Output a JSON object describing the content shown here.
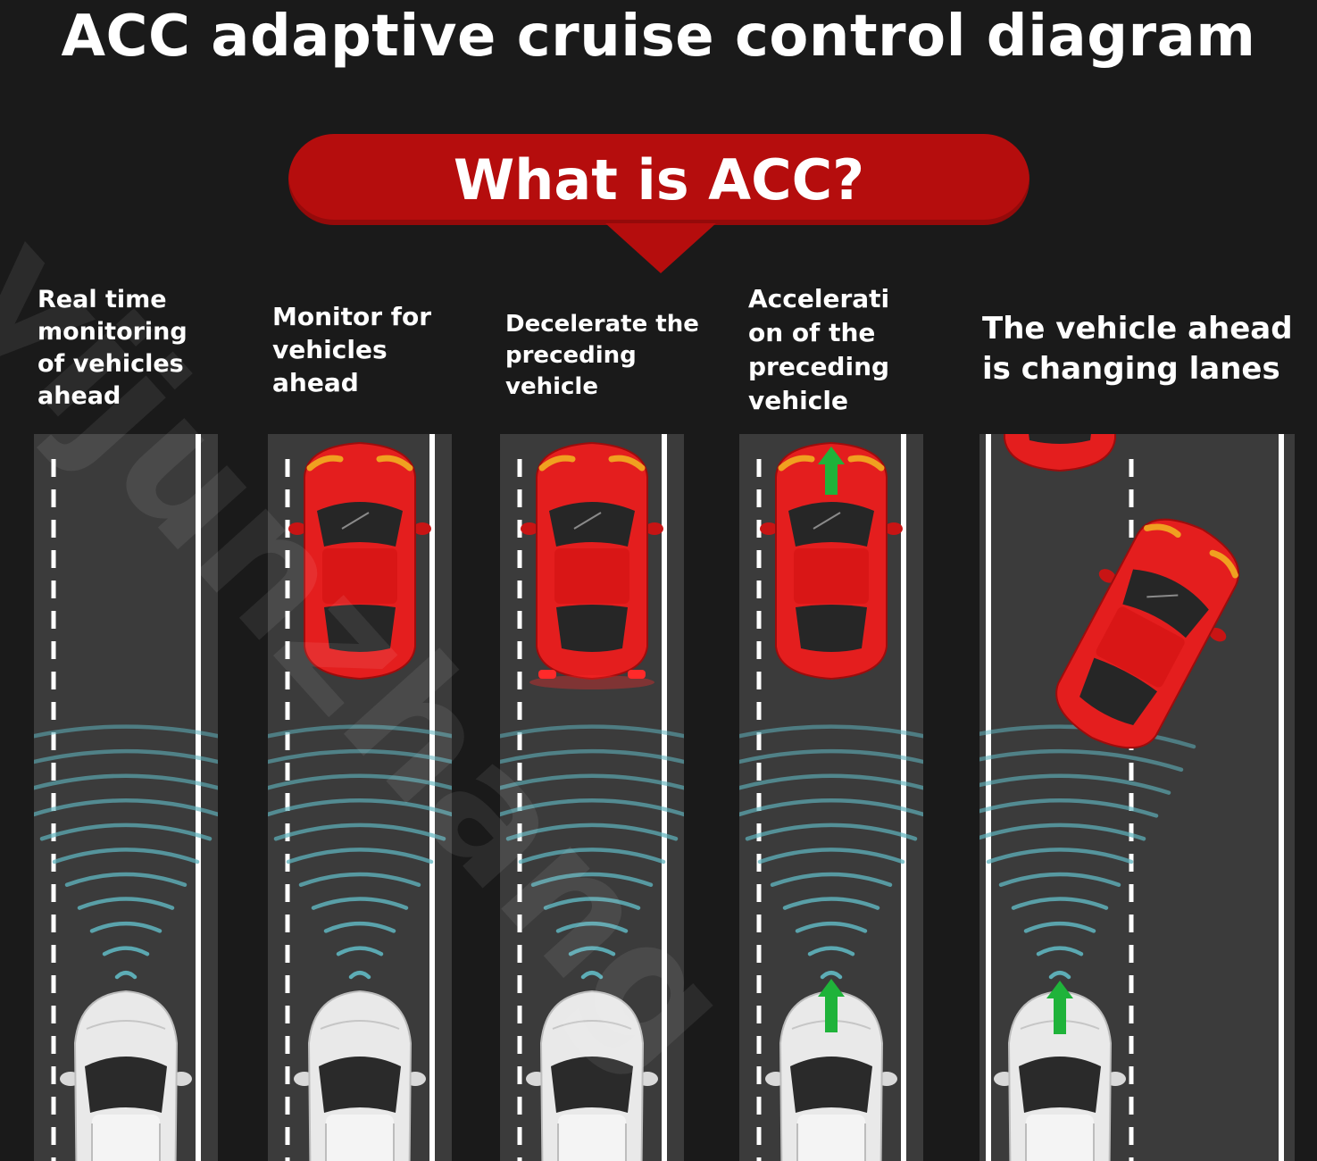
{
  "title": "ACC adaptive cruise control diagram",
  "bubble": {
    "text": "What is ACC?"
  },
  "watermark": "yijunzhang",
  "colors": {
    "background": "#1a1a1a",
    "road": "#3b3b3b",
    "bubble": "#b50d0d",
    "lead_car": "#e41e1e",
    "radar_wave": "#5fb3bd",
    "arrow": "#1fb33a",
    "ego_car": "#e9e9e9"
  },
  "panels": [
    {
      "caption": "Real time\nmonitoring\n of vehicles\nahead",
      "lead_car": "none",
      "lead_arrow": false,
      "ego_arrow": false
    },
    {
      "caption": "Monitor for\nvehicles\nahead",
      "lead_car": "straight",
      "lead_arrow": false,
      "ego_arrow": false
    },
    {
      "caption": "Decelerate the\n preceding\nvehicle",
      "lead_car": "braking",
      "lead_arrow": false,
      "ego_arrow": false
    },
    {
      "caption": "Accelerati\non of the\npreceding\nvehicle",
      "lead_car": "straight",
      "lead_arrow": true,
      "ego_arrow": true
    },
    {
      "caption": "The vehicle ahead\n is changing lanes",
      "lead_car": "changing-lanes",
      "lead_arrow": false,
      "ego_arrow": true
    }
  ]
}
